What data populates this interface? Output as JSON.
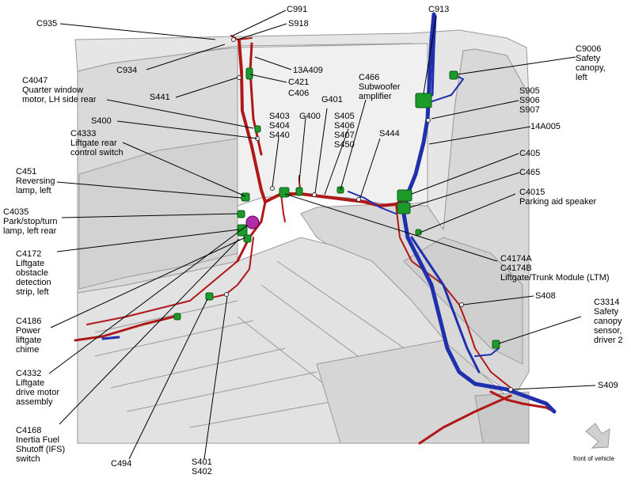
{
  "diagram": {
    "labels": {
      "c991": "C991",
      "c935": "C935",
      "s918": "S918",
      "c934": "C934",
      "a13a409": "13A409",
      "c421": "C421",
      "c406": "C406",
      "s441": "S441",
      "c4047_1": "C4047",
      "c4047_2": "Quarter window",
      "c4047_3": "motor, LH side rear",
      "s400": "S400",
      "c4333_1": "C4333",
      "c4333_2": "Liftgate rear",
      "c4333_3": "control switch",
      "s403": "S403",
      "s404": "S404",
      "s440": "S440",
      "g400": "G400",
      "g401": "G401",
      "s405": "S405",
      "s406": "S406",
      "s407": "S407",
      "s450": "S450",
      "c466_1": "C466",
      "c466_2": "Subwoofer",
      "c466_3": "amplifier",
      "s444": "S444",
      "c913": "C913",
      "c9006_1": "C9006",
      "c9006_2": "Safety",
      "c9006_3": "canopy,",
      "c9006_4": "left",
      "s905": "S905",
      "s906": "S906",
      "s907": "S907",
      "a14a005": "14A005",
      "c405": "C405",
      "c465": "C465",
      "c4015_1": "C4015",
      "c4015_2": "Parking aid speaker",
      "c451_1": "C451",
      "c451_2": "Reversing",
      "c451_3": "lamp, left",
      "c4035_1": "C4035",
      "c4035_2": "Park/stop/turn",
      "c4035_3": "lamp, left rear",
      "c4172_1": "C4172",
      "c4172_2": "Liftgate",
      "c4172_3": "obstacle",
      "c4172_4": "detection",
      "c4172_5": "strip, left",
      "c4174_1": "C4174A",
      "c4174_2": "C4174B",
      "c4174_3": "Liftgate/Trunk Module (LTM)",
      "s408": "S408",
      "c3314_1": "C3314",
      "c3314_2": "Safety",
      "c3314_3": "canopy",
      "c3314_4": "sensor,",
      "c3314_5": "driver 2",
      "c4186_1": "C4186",
      "c4186_2": "Power",
      "c4186_3": "liftgate",
      "c4186_4": "chime",
      "c4332_1": "C4332",
      "c4332_2": "Liftgate",
      "c4332_3": "drive motor",
      "c4332_4": "assembly",
      "s409": "S409",
      "c4168_1": "C4168",
      "c4168_2": "Inertia Fuel",
      "c4168_3": "Shutoff (IFS)",
      "c4168_4": "switch",
      "c494": "C494",
      "s401": "S401",
      "s402": "S402",
      "front": "front of vehicle"
    },
    "colors": {
      "red_harness": "#b01818",
      "blue_harness": "#1f2fae",
      "connector": "#1c9a2a",
      "body_panel": "#e4e4e4",
      "body_line": "#9a9a9a"
    }
  }
}
